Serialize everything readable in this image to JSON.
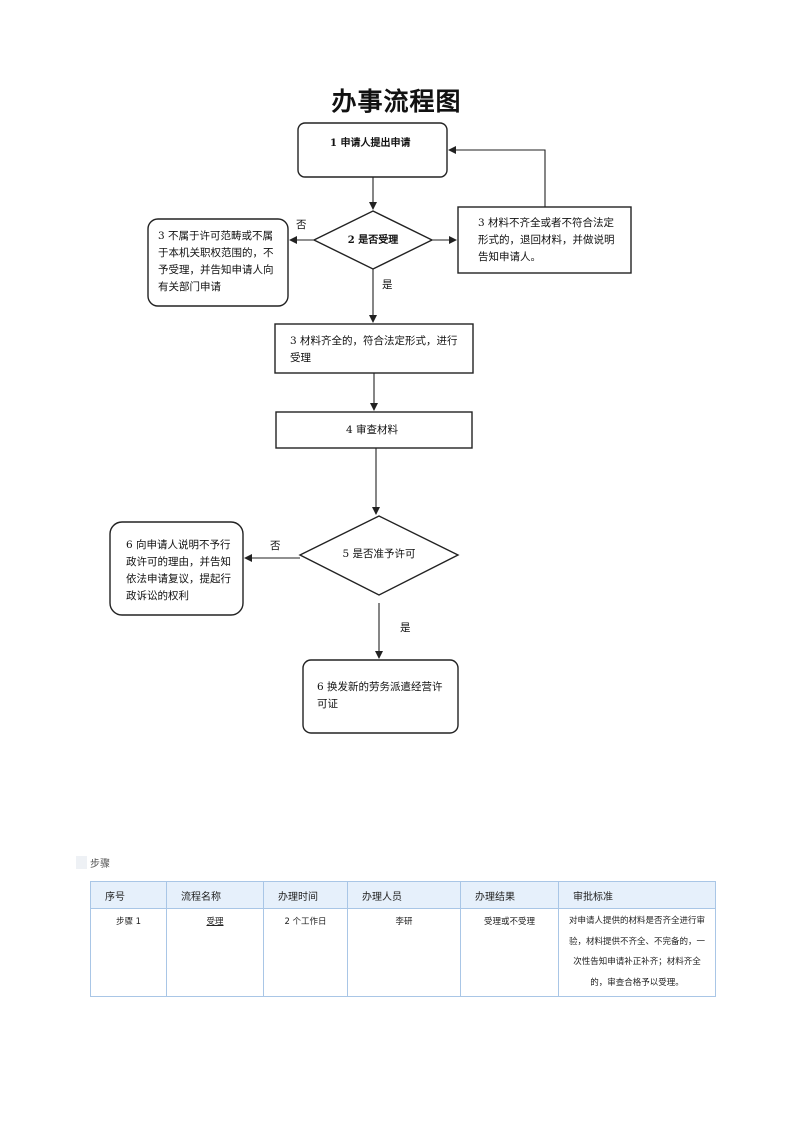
{
  "title": "办事流程图",
  "nodes": {
    "n1": "1  申请人提出申请",
    "n2": "2 是否受理",
    "n3_reject_scope": "3 不属于许可范畴或不属于本机关职权范围的，不予受理，并告知申请人向有关部门申请",
    "n3_incomplete": "3 材料不齐全或者不符合法定形式的，退回材料，并做说明告知申请人。",
    "n3_accept": "3  材料齐全的，符合法定形式，进行受理",
    "n4": "4  审查材料",
    "n5": "5 是否准予许可",
    "n6_deny": "6  向申请人说明不予行政许可的理由，并告知依法申请复议，提起行政诉讼的权利",
    "n6_grant": "6  换发新的劳务派遣经营许可证"
  },
  "edge_labels": {
    "no_1": "否",
    "yes_1": "是",
    "no_2": "否",
    "yes_2": "是"
  },
  "section_label": "步骤",
  "table": {
    "headers": [
      "序号",
      "流程名称",
      "办理时间",
      "办理人员",
      "办理结果",
      "审批标准"
    ],
    "rows": [
      {
        "step": "步骤  1",
        "name": "受理",
        "time": "2 个工作日",
        "person": "李研",
        "result": "受理或不受理",
        "criteria": "对申请人提供的材料是否齐全进行审验，材料提供不齐全、不完备的，一次性告知申请补正补齐；材料齐全的，审查合格予以受理。"
      }
    ]
  }
}
